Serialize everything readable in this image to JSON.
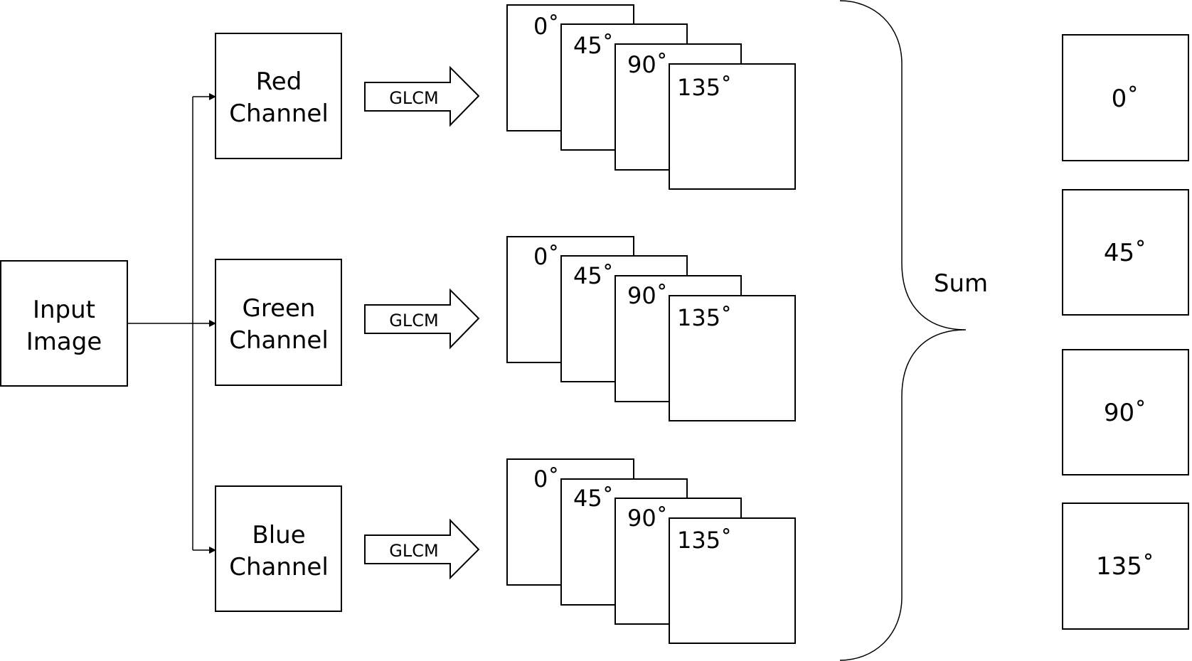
{
  "input": {
    "line1": "Input",
    "line2": "Image"
  },
  "channels": [
    {
      "line1": "Red",
      "line2": "Channel"
    },
    {
      "line1": "Green",
      "line2": "Channel"
    },
    {
      "line1": "Blue",
      "line2": "Channel"
    }
  ],
  "arrow_label": "GLCM",
  "angles": [
    "0˚",
    "45˚",
    "90˚",
    "135˚"
  ],
  "sum_label": "Sum",
  "outputs": [
    "0˚",
    "45˚",
    "90˚",
    "135˚"
  ]
}
